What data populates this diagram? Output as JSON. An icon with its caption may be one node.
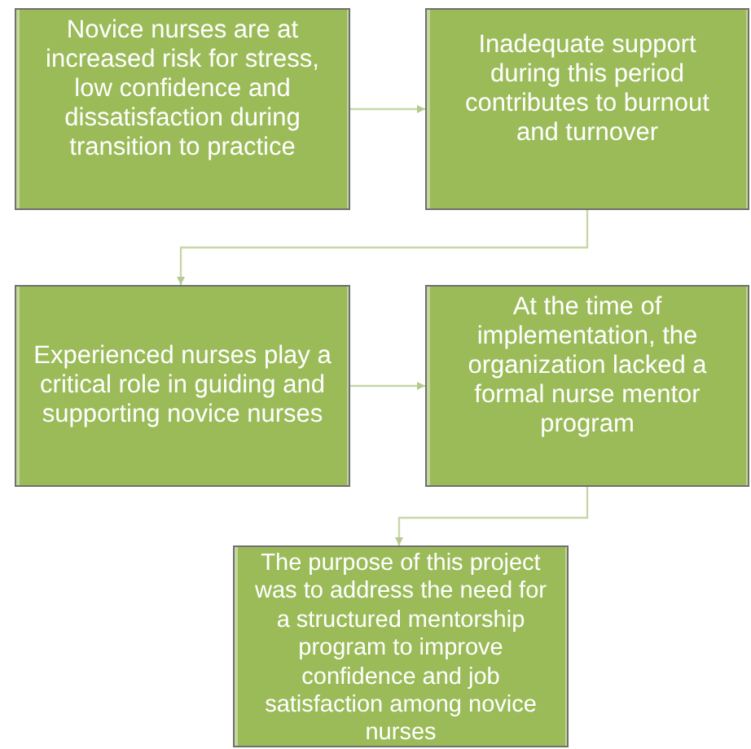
{
  "diagram": {
    "nodes": [
      {
        "text": [
          "Novice nurses are at increased risk for stress, low confidence and dissatisfaction during transition to practice"
        ]
      },
      {
        "text": [
          "Inadequate support during this period contributes to burnout and turnover"
        ]
      },
      {
        "text": [
          "Experienced nurses play a critical role in guiding and supporting novice nurses"
        ]
      },
      {
        "text": [
          "At the time of implementation, the organization lacked a formal nurse mentor program"
        ]
      },
      {
        "text": [
          "The purpose of this project was to address the need for a structured mentorship program to improve confidence and job satisfaction among novice nurses"
        ]
      }
    ],
    "edges": [
      {
        "from": 0,
        "to": 1,
        "arrow": "to"
      },
      {
        "from": 1,
        "to": 2,
        "arrow": "to"
      },
      {
        "from": 2,
        "to": 3,
        "arrow": "to"
      },
      {
        "from": 3,
        "to": 4,
        "arrow": "to"
      }
    ]
  }
}
